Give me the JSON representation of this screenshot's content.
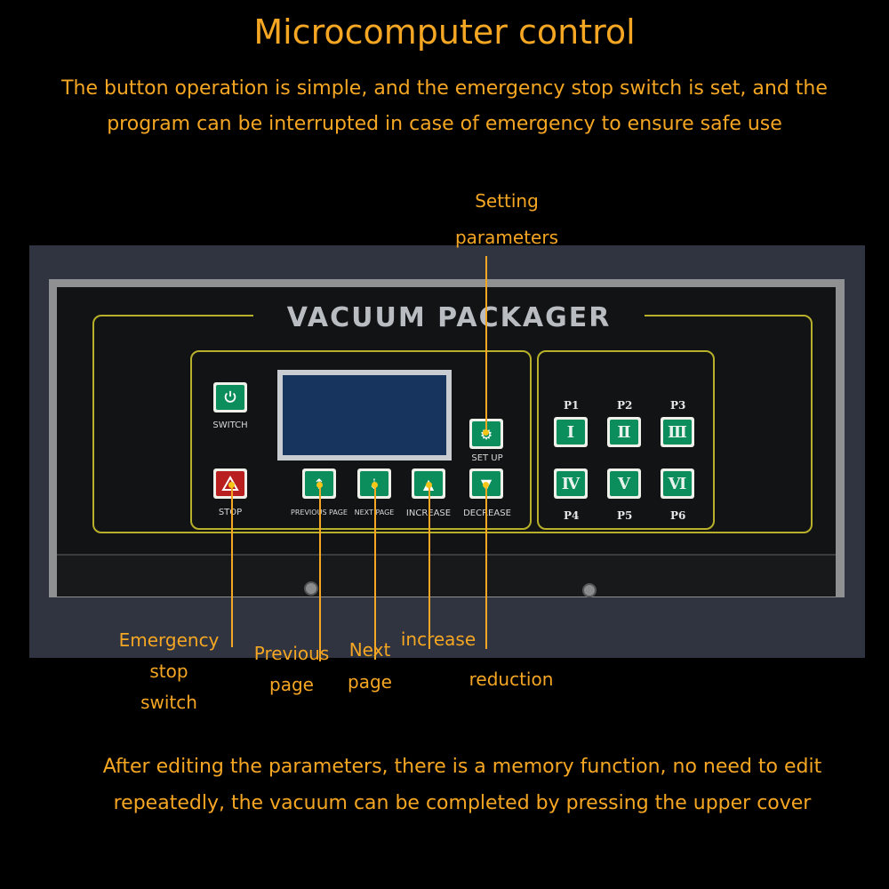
{
  "title": "Microcomputer control",
  "intro_text": "The button operation is simple, and the emergency stop switch is set, and the program can be interrupted in case of emergency to ensure safe use",
  "outro_text": "After editing the parameters, there is a memory function, no need to edit repeatedly, the vacuum can be completed by pressing the upper cover",
  "panel": {
    "brand": "VACUUM PACKAGER",
    "keys": {
      "switch": "SWITCH",
      "stop": "STOP",
      "previous_page": "PREVIOUS PAGE",
      "next_page": "NEXT PAGE",
      "increase": "INCREASE",
      "decrease": "DECREASE",
      "set_up": "SET UP"
    },
    "programs": [
      {
        "label": "P1",
        "numeral": "Ⅰ"
      },
      {
        "label": "P2",
        "numeral": "Ⅱ"
      },
      {
        "label": "P3",
        "numeral": "Ⅲ"
      },
      {
        "label": "P4",
        "numeral": "Ⅳ"
      },
      {
        "label": "P5",
        "numeral": "Ⅴ"
      },
      {
        "label": "P6",
        "numeral": "Ⅵ"
      }
    ]
  },
  "callouts": {
    "setting_parameters_1": "Setting",
    "setting_parameters_2": "parameters",
    "emergency_1": "Emergency",
    "emergency_2": "stop",
    "emergency_3": "switch",
    "previous_1": "Previous",
    "previous_2": "page",
    "next_1": "Next",
    "next_2": "page",
    "increase": "increase",
    "reduction": "reduction"
  },
  "colors": {
    "text_accent": "#f5a623",
    "key_green": "#0c8d5c",
    "key_red": "#b91f1f",
    "lcd_blue": "#17345f",
    "panel_line": "#b8b02a"
  }
}
